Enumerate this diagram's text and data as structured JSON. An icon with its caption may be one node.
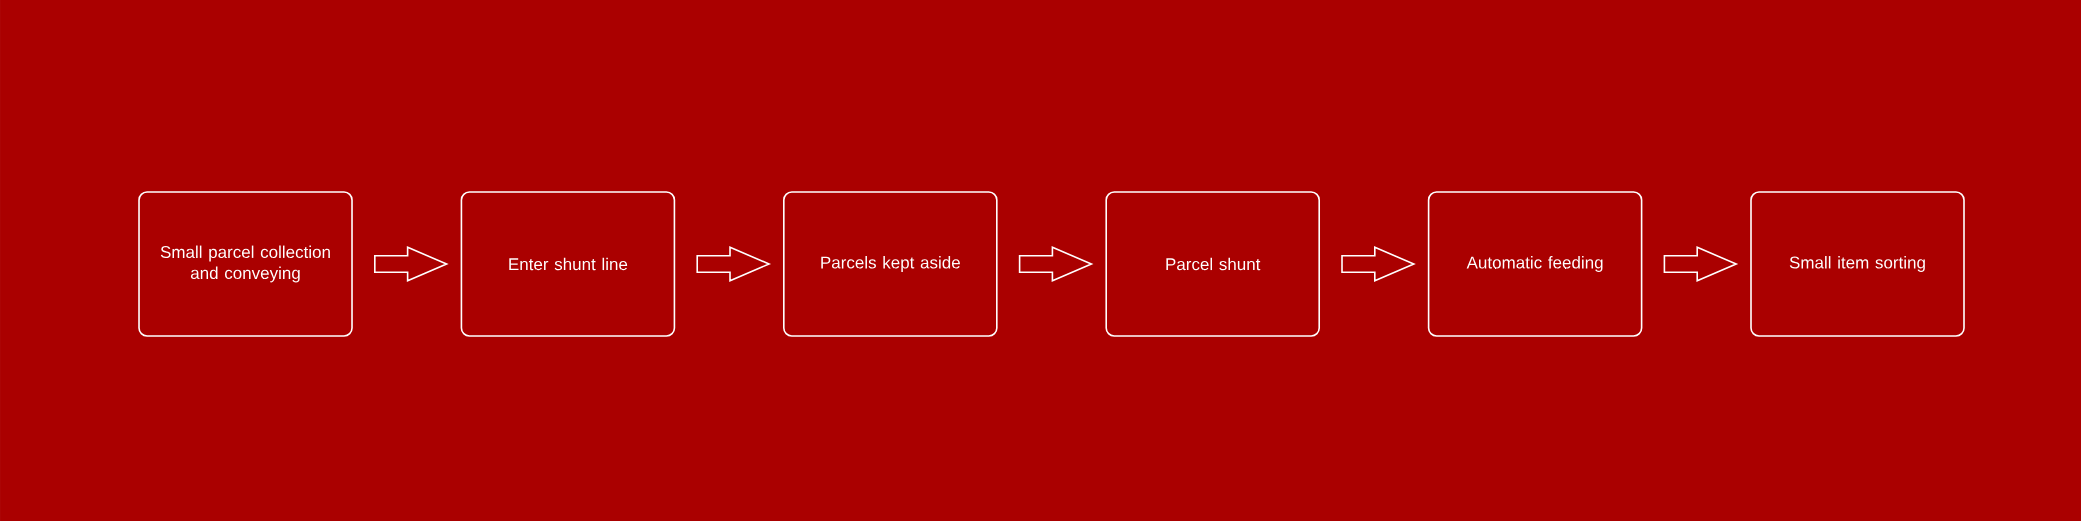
{
  "diagram": {
    "nodes": [
      {
        "text": [
          "Small parcel collection and conveying"
        ]
      },
      {
        "text": [
          "Enter shunt line"
        ]
      },
      {
        "text": [
          "Parcels kept aside"
        ]
      },
      {
        "text": [
          "Parcel shunt"
        ]
      },
      {
        "text": [
          "Automatic feeding"
        ]
      },
      {
        "text": [
          "Small item sorting"
        ]
      }
    ],
    "edges": [
      {
        "from": 0,
        "to": 1,
        "arrow": "to"
      },
      {
        "from": 1,
        "to": 2,
        "arrow": "to"
      },
      {
        "from": 2,
        "to": 3,
        "arrow": "to"
      },
      {
        "from": 3,
        "to": 4,
        "arrow": "to"
      },
      {
        "from": 4,
        "to": 5,
        "arrow": "to"
      }
    ]
  }
}
